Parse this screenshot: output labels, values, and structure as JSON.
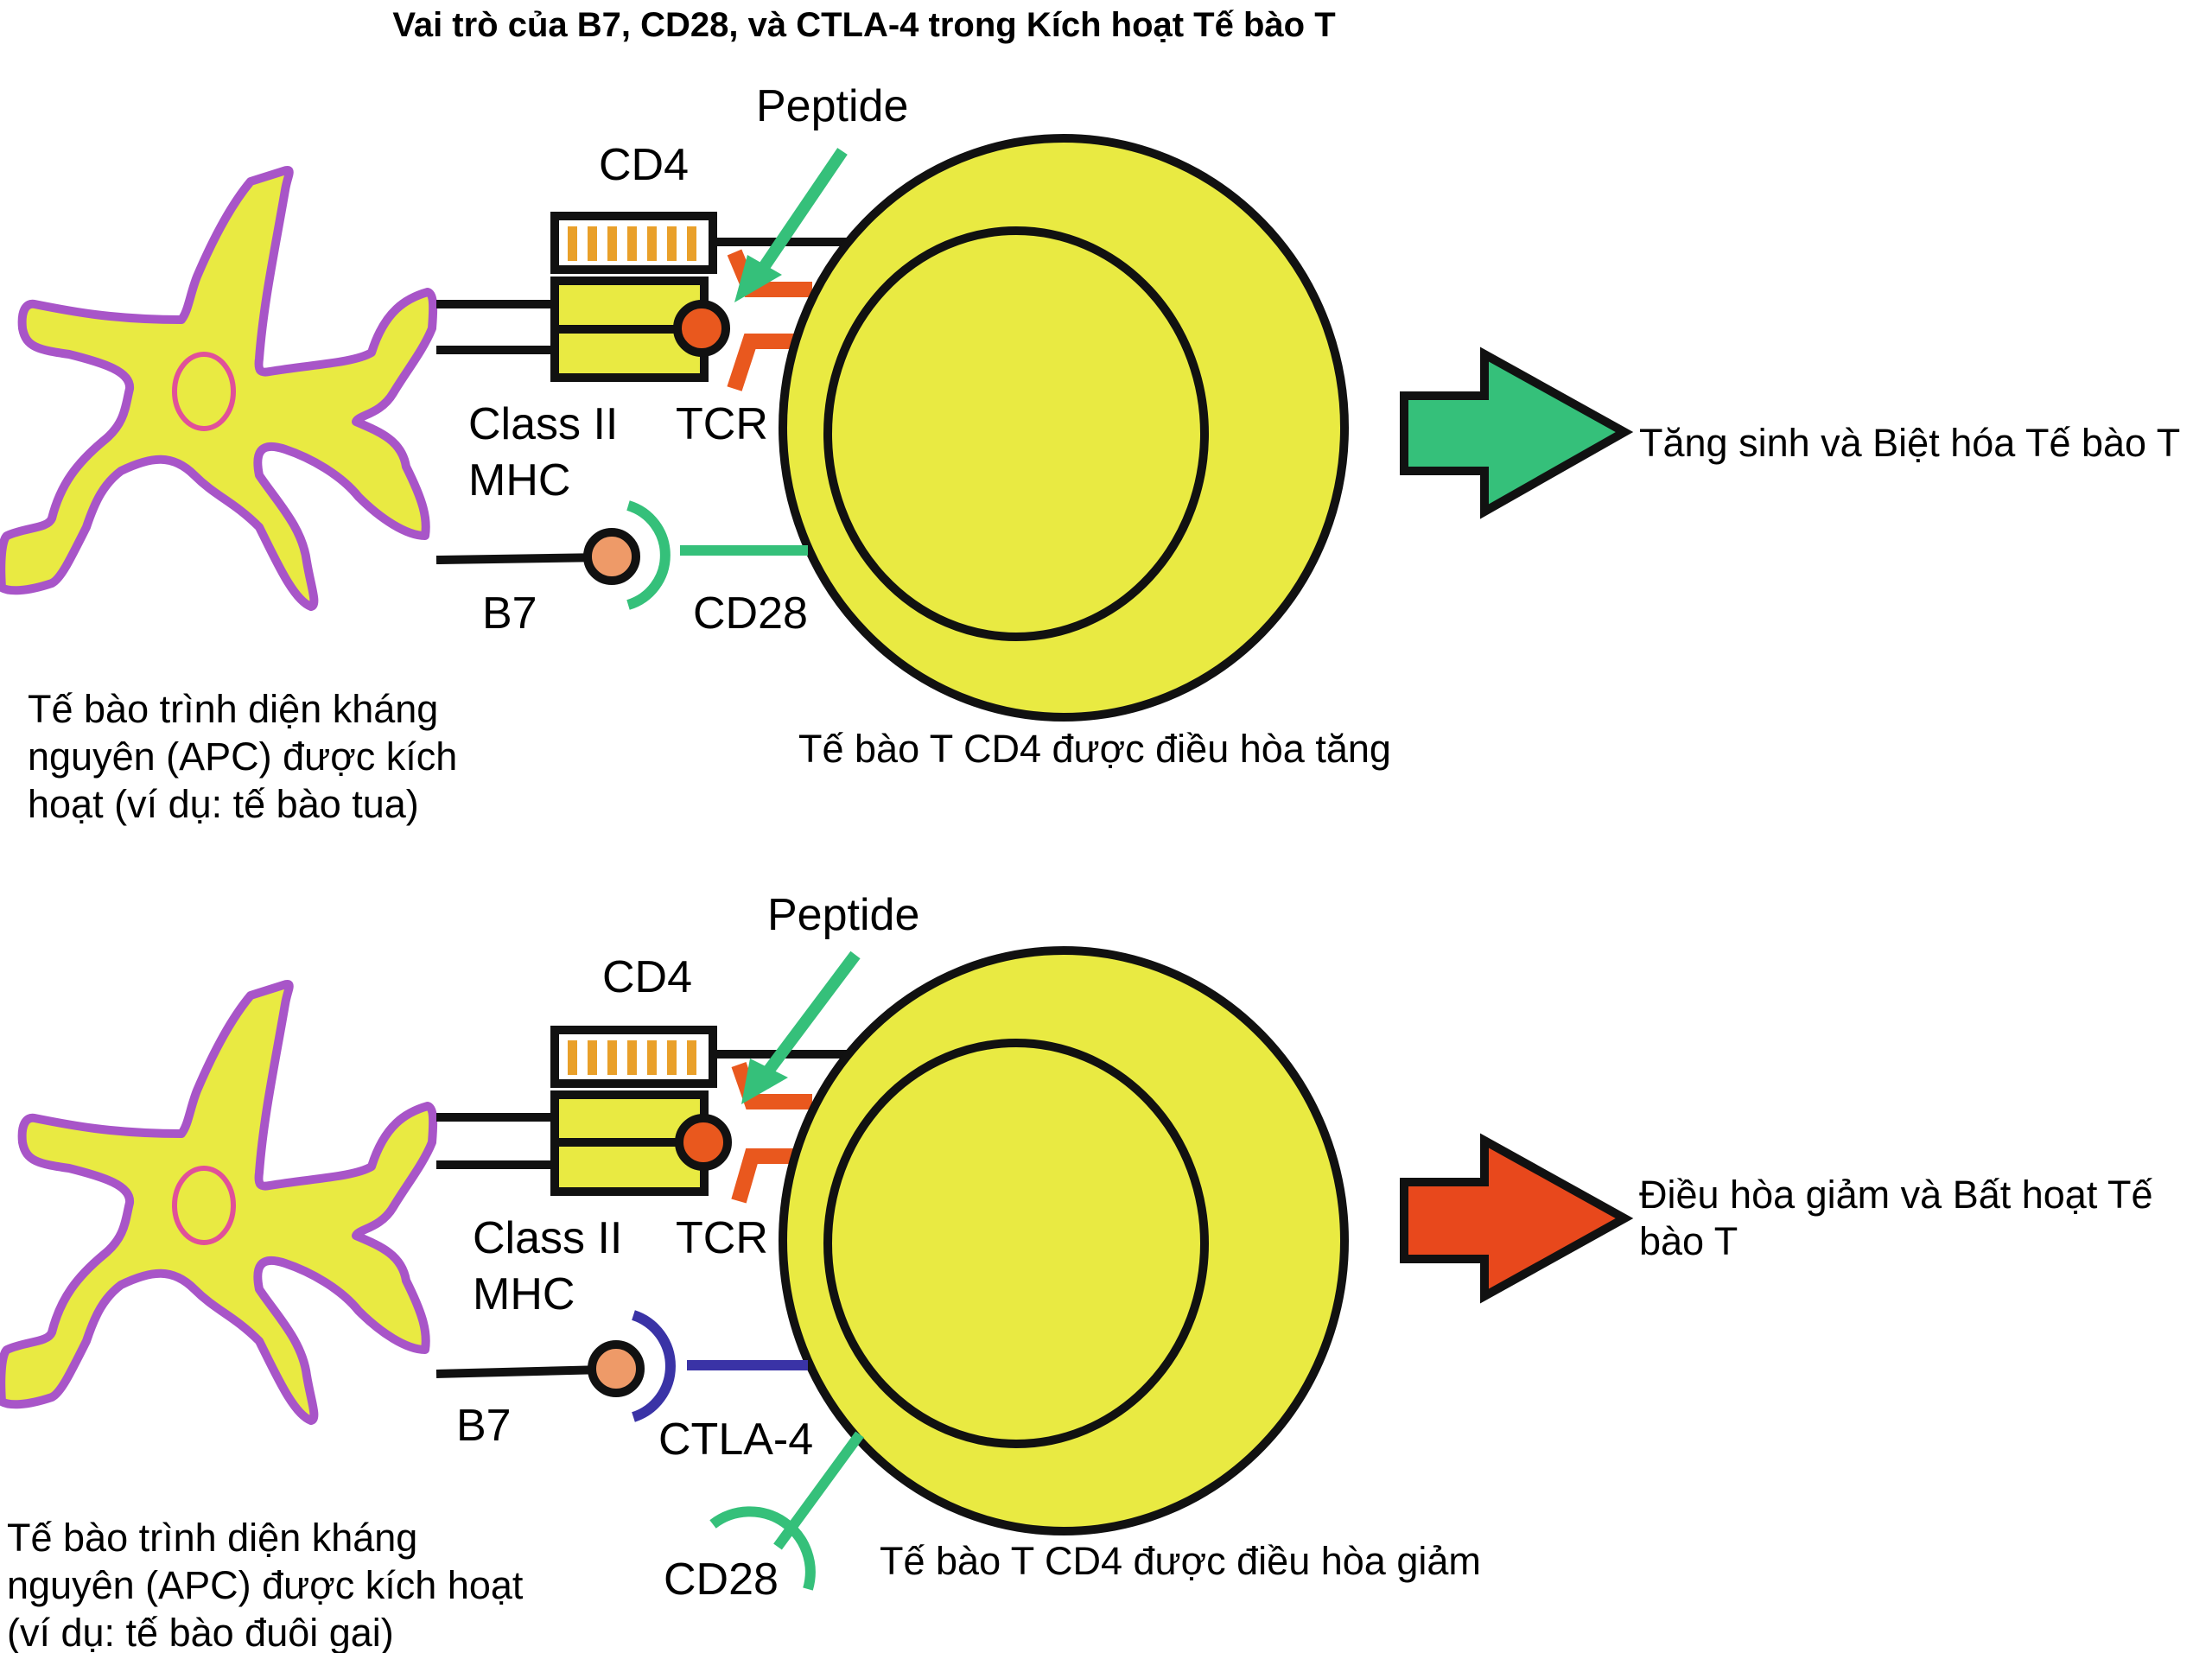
{
  "title": "Vai trò của B7, CD28, và CTLA-4 trong Kích hoạt Tế bào T",
  "colors": {
    "cell_fill": "#e9ea42",
    "apc_outline": "#a855c8",
    "nucleus_outline": "#e0509a",
    "cd4_stripe": "#e9a02a",
    "mhc_peptide": "#e9581e",
    "tcr": "#e9581e",
    "b7_fill": "#ee9a68",
    "cd28": "#35c07a",
    "ctla4": "#3a33a6",
    "peptide_arrow": "#35c07a",
    "up_arrow": "#35c07a",
    "down_arrow": "#e8481c"
  },
  "panels": [
    {
      "id": "upregulated",
      "peptide_label": "Peptide",
      "cd4_label": "CD4",
      "mhc_label_line1": "Class II",
      "mhc_label_line2": "MHC",
      "tcr_label": "TCR",
      "b7_label": "B7",
      "receptor_label": "CD28",
      "apc_caption": [
        "Tế bào trình diện kháng",
        "nguyên (APC) được kích",
        "hoạt (ví dụ: tế bào tua)"
      ],
      "tcell_caption": "Tế bào T CD4 được điều hòa tăng",
      "outcome": [
        "Tăng sinh và Biệt hóa Tế bào T"
      ]
    },
    {
      "id": "downregulated",
      "peptide_label": "Peptide",
      "cd4_label": "CD4",
      "mhc_label_line1": "Class II",
      "mhc_label_line2": "MHC",
      "tcr_label": "TCR",
      "b7_label": "B7",
      "receptor_label": "CTLA-4",
      "cd28_label": "CD28",
      "apc_caption": [
        "Tế bào trình diện kháng",
        "nguyên (APC) được kích hoạt",
        "(ví dụ: tế bào đuôi gai)"
      ],
      "tcell_caption": "Tế bào T CD4 được điều hòa giảm",
      "outcome": [
        "Điều hòa giảm và Bất hoạt Tế",
        "bào T"
      ]
    }
  ]
}
